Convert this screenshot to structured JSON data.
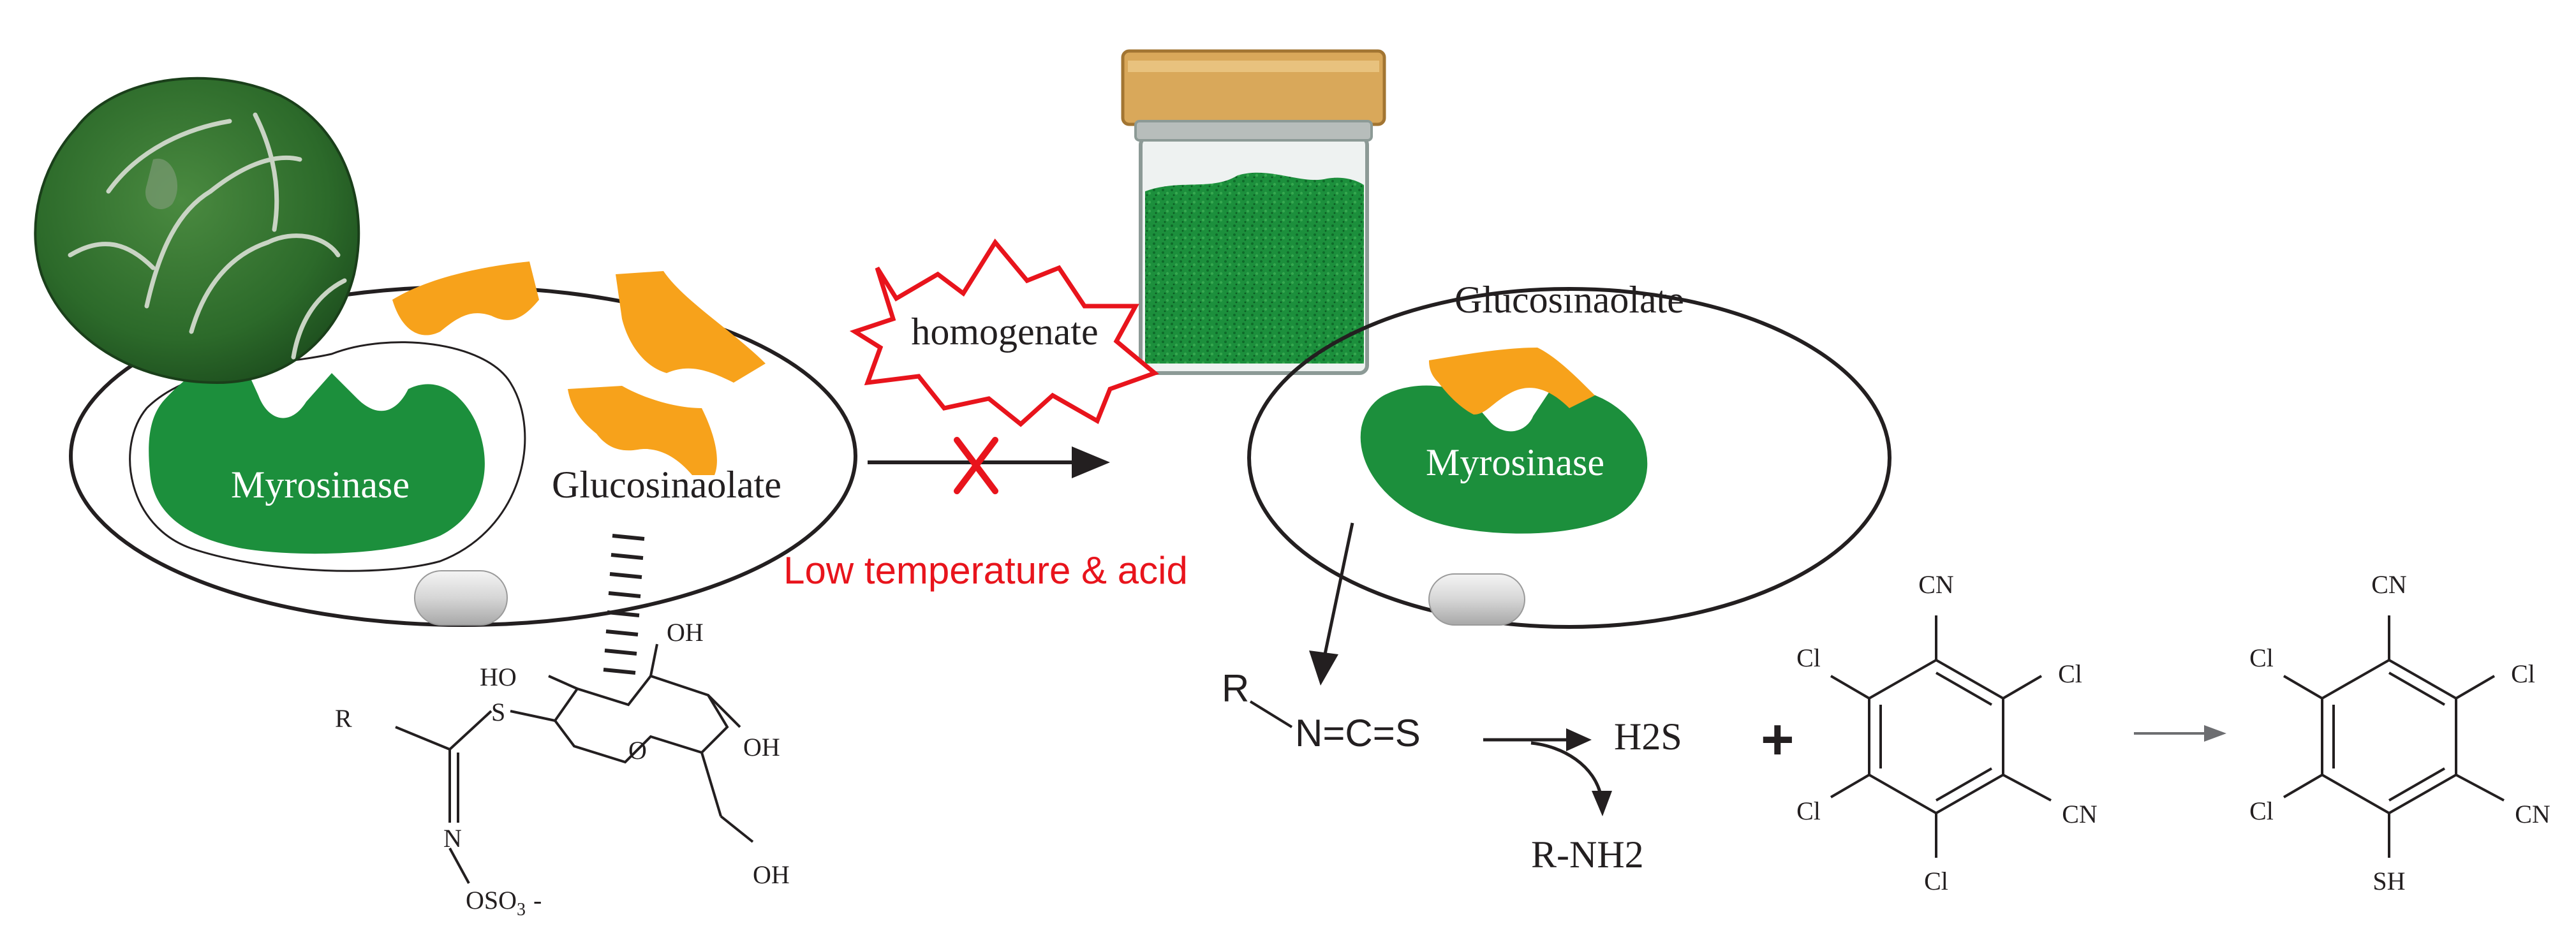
{
  "colors": {
    "green": "#1c8f3c",
    "dark_green": "#0f6a2a",
    "orange": "#f7a21b",
    "red": "#e8141c",
    "outline": "#231f20",
    "lid": "#d9a85a",
    "lid_dark": "#b88a3e"
  },
  "icons": {
    "cabbage": "cabbage-icon",
    "jar": "jar-icon",
    "cross": "cross-mark-icon"
  },
  "left_cell": {
    "enzyme_label": "Myrosinase",
    "substrate_label": "Glucosinaolate"
  },
  "middle": {
    "burst_label": "homogenate",
    "condition_label": "Low temperature & acid"
  },
  "right_cell": {
    "substrate_label": "Glucosinaolate",
    "enzyme_label": "Myrosinase"
  },
  "glucosinolate_structure": {
    "r_label": "R",
    "s_label": "S",
    "n_label": "N",
    "sulfate_label": "OSO",
    "sulfate_subscript": "3",
    "charge_label": "-",
    "ring_o_label": "O",
    "ho_label": "HO",
    "oh_top_label": "OH",
    "oh_right_label": "OH",
    "oh_bottom_label": "OH"
  },
  "isothiocyanate": {
    "r_label": "R",
    "formula": "N=C=S"
  },
  "products": {
    "h2s": "H2S",
    "amine": "R-NH2",
    "plus": "+"
  },
  "chlorothalonil": {
    "cn_top": "CN",
    "cl_upper_left": "Cl",
    "cl_upper_right": "Cl",
    "cl_lower_left": "Cl",
    "cn_right": "CN",
    "cl_bottom": "Cl"
  },
  "product_molecule": {
    "cn_top": "CN",
    "cl_upper_left": "Cl",
    "cl_upper_right": "Cl",
    "cl_lower_left": "Cl",
    "cn_right": "CN",
    "sh_bottom": "SH"
  }
}
